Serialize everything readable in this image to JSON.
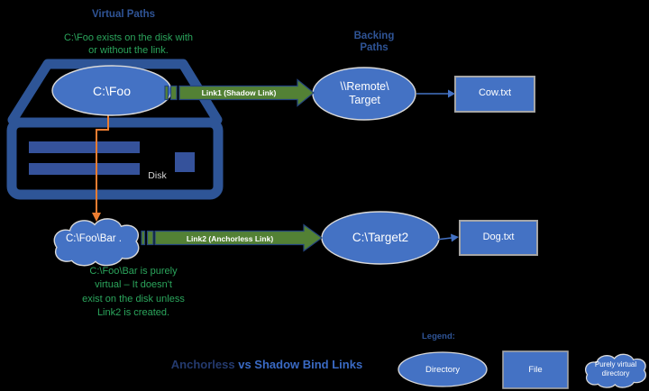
{
  "headings": {
    "virtual_paths": "Virtual Paths",
    "backing_line1": "Backing",
    "backing_line2": "Paths",
    "legend": "Legend:"
  },
  "notes": {
    "foo_line1": "C:\\Foo exists on the disk with",
    "foo_line2": "or without the link.",
    "bar_line1": "C:\\Foo\\Bar is purely",
    "bar_line2": "virtual – It doesn't",
    "bar_line3": "exist on the disk unless",
    "bar_line4": "Link2 is created."
  },
  "nodes": {
    "foo": "C:\\Foo",
    "remote_line1": "\\\\Remote\\",
    "remote_line2": "Target",
    "cow": "Cow.txt",
    "disk": "Disk",
    "bar_cloud": "C:\\Foo\\Bar .",
    "target2": "C:\\Target2",
    "dog": "Dog.txt"
  },
  "links": {
    "link1": "Link1 (Shadow Link)",
    "link2": "Link2 (Anchorless Link)"
  },
  "title": {
    "part1": "Anchorless",
    "part2": " vs Shadow Bind Links"
  },
  "legend": {
    "directory": "Directory",
    "file": "File",
    "cloud_line1": "Purely virtual",
    "cloud_line2": "directory"
  },
  "colors": {
    "background": "#000000",
    "node_fill": "#4472C4",
    "server_outline": "#2E5597",
    "heading_blue": "#2F5496",
    "note_green": "#2BA55C",
    "link_arrow_fill": "#538135",
    "link_arrow_border": "#24457F",
    "connector_orange": "#ED7D31",
    "file_box_border": "#A6A6A6",
    "ellipse_border": "#D9D9D9",
    "title_dark": "#243A6E",
    "title_light": "#3A6AC4"
  }
}
